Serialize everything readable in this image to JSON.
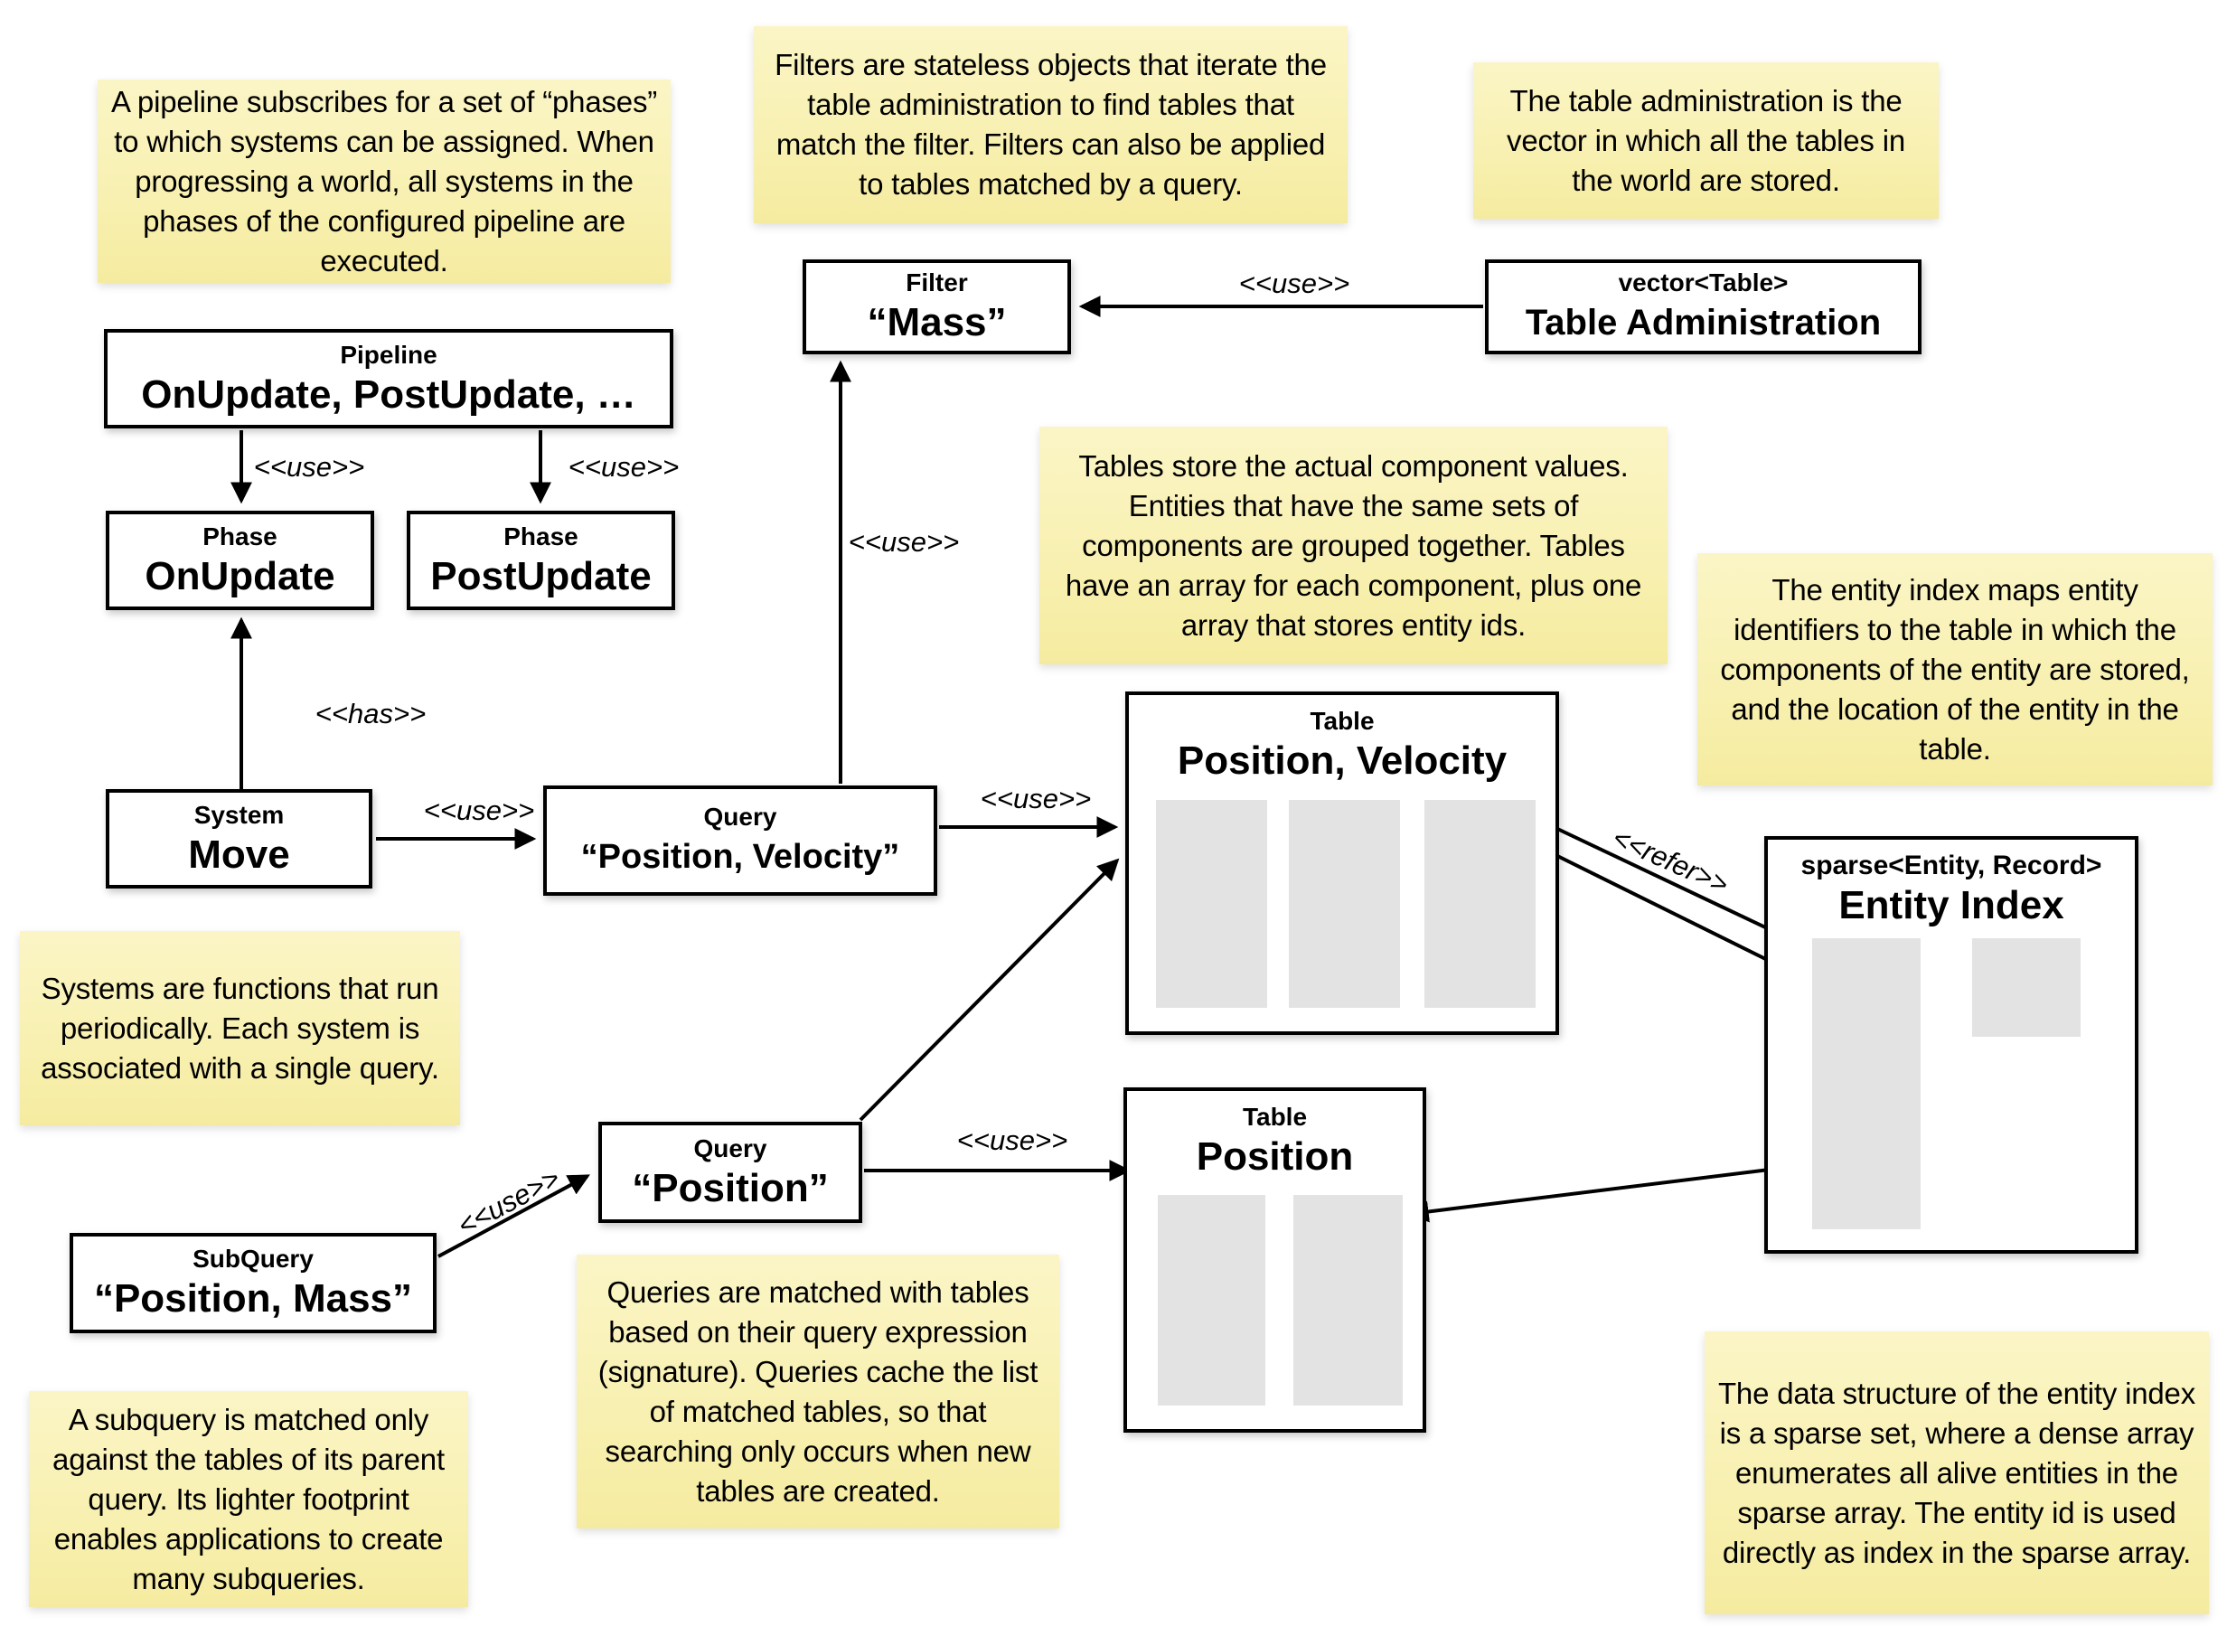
{
  "labels": {
    "use": "<<use>>",
    "has": "<<has>>",
    "refer": "<<refer>>"
  },
  "notes": {
    "pipeline": "A pipeline subscribes for a set of “phases” to which systems can be assigned. When progressing a world, all systems in the phases of the configured pipeline are executed.",
    "filters": "Filters are stateless objects that iterate the table administration to find tables that match the filter. Filters can also be applied to tables matched by a query.",
    "table_admin": "The table administration is the vector in which all the tables in the world are stored.",
    "tables": "Tables store the actual component values. Entities that have the same sets of components are grouped together. Tables have an array for each component, plus one array that stores entity ids.",
    "entity_index": "The entity index maps entity identifiers to the table in which the components of the entity are stored, and the location of the entity in the table.",
    "systems": "Systems are functions that run periodically. Each system is associated with a single query.",
    "queries": "Queries are matched with tables based on their query expression (signature). Queries cache the list of matched tables, so that searching only occurs when new tables are created.",
    "subquery": "A subquery is matched only against the tables of its parent query. Its lighter footprint enables applications to create many subqueries.",
    "sparse_set": "The data structure of the entity index is a sparse set, where a dense array enumerates all alive entities in the sparse array. The entity id is used directly as index in the sparse array."
  },
  "boxes": {
    "pipeline": {
      "stereotype": "Pipeline",
      "name": "OnUpdate, PostUpdate, …"
    },
    "phase_onupdate": {
      "stereotype": "Phase",
      "name": "OnUpdate"
    },
    "phase_postupdate": {
      "stereotype": "Phase",
      "name": "PostUpdate"
    },
    "filter_mass": {
      "stereotype": "Filter",
      "name": "“Mass”"
    },
    "table_admin": {
      "stereotype": "vector<Table>",
      "name": "Table Administration"
    },
    "system_move": {
      "stereotype": "System",
      "name": "Move"
    },
    "query_pos_vel": {
      "stereotype": "Query",
      "name": "“Position, Velocity”"
    },
    "table_pos_vel": {
      "stereotype": "Table",
      "name": "Position, Velocity"
    },
    "entity_index": {
      "stereotype": "sparse<Entity, Record>",
      "name": "Entity Index"
    },
    "query_pos": {
      "stereotype": "Query",
      "name": "“Position”"
    },
    "table_pos": {
      "stereotype": "Table",
      "name": "Position"
    },
    "subquery": {
      "stereotype": "SubQuery",
      "name": "“Position, Mass”"
    }
  },
  "colors": {
    "note_bg_top": "#FBF5C6",
    "note_bg_bottom": "#F5EBA0",
    "box_border": "#000000",
    "bar_fill": "#E3E3E3",
    "background": "#FFFFFF",
    "text": "#000000"
  }
}
